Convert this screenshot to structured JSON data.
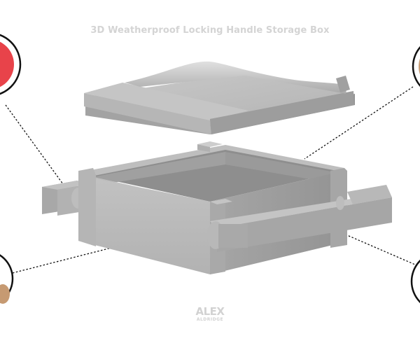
{
  "title": "3D Weatherproof Locking Handle Storage Box",
  "logo": {
    "main": "ALEX",
    "sub": "ALDRIDGE"
  },
  "colors": {
    "background": "#ffffff",
    "title": "#d4d4d4",
    "body_light": "#b9b9b9",
    "body_mid": "#a2a2a2",
    "body_dark": "#8e8e8e",
    "leader_line": "#111111",
    "callout_red": "#e8434a",
    "callout_tan": "#c69a72"
  },
  "callouts": [
    {
      "id": "top-left",
      "fill": "red"
    },
    {
      "id": "bottom-left",
      "fill": "tan"
    },
    {
      "id": "top-right",
      "fill": "tan"
    },
    {
      "id": "bottom-right",
      "fill": "white"
    }
  ]
}
